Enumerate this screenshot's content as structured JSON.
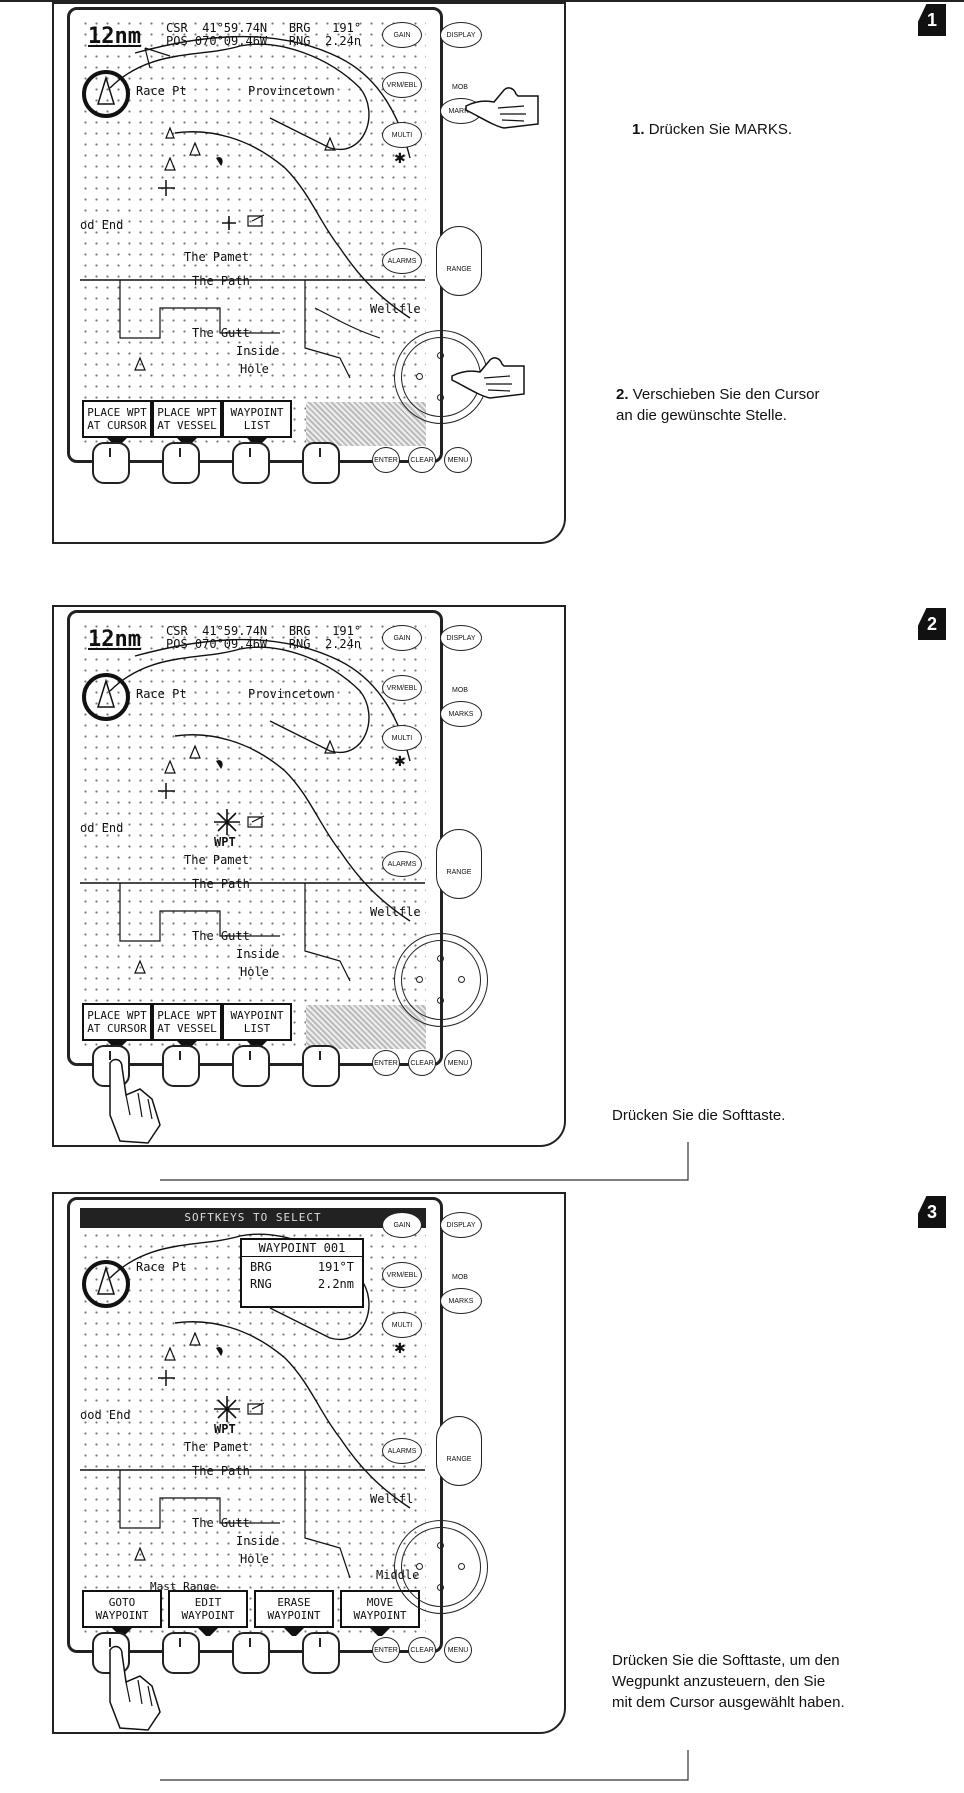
{
  "step1": {
    "badge": "1",
    "range": "12nm",
    "header_line1": "CSR  41°59.74N   BRG   191°",
    "header_line2": "POS 070°09.46W   RNG  2.24n",
    "labels": {
      "race_pt": "Race Pt",
      "provincetown": "Provincetown",
      "od_end": "od End",
      "the_pamet": "The Pamet",
      "the_path": "The Path",
      "wellfleet": "Wellfle",
      "the_gutt": "The Gutt",
      "inside": "Inside",
      "hole": "Hole"
    },
    "softkeys": [
      "PLACE WPT\nAT CURSOR",
      "PLACE WPT\nAT VESSEL",
      "WAYPOINT\nLIST"
    ],
    "caption1_num": "1.",
    "caption1": "Drücken Sie MARKS.",
    "caption2_num": "2.",
    "caption2": "Verschieben Sie den Cursor\nan die gewünschte Stelle."
  },
  "step2": {
    "badge": "2",
    "range": "12nm",
    "header_line1": "CSR  41°59.74N   BRG   191°",
    "header_line2": "POS 070°09.46W   RNG  2.24n",
    "labels": {
      "race_pt": "Race Pt",
      "provincetown": "Provincetown",
      "od_end": "od End",
      "wpt": "WPT",
      "the_pamet": "The Pamet",
      "the_path": "The Path",
      "wellfleet": "Wellfle",
      "the_gutt": "The Gutt",
      "inside": "Inside",
      "hole": "Hole"
    },
    "softkeys": [
      "PLACE WPT\nAT CURSOR",
      "PLACE WPT\nAT VESSEL",
      "WAYPOINT\nLIST"
    ],
    "caption": "Drücken Sie die Softtaste."
  },
  "step3": {
    "badge": "3",
    "title": "SOFTKEYS TO SELECT",
    "wp_title": "WAYPOINT 001",
    "wp_brg_label": "BRG",
    "wp_brg": "191°T",
    "wp_rng_label": "RNG",
    "wp_rng": "2.2nm",
    "labels": {
      "race_pt": "Race Pt",
      "od_end": "ood End",
      "wpt": "WPT",
      "the_pamet": "The Pamet",
      "the_path": "The Path",
      "wellfleet": "Wellfl",
      "the_gutt": "The Gutt",
      "inside": "Inside",
      "hole": "Hole",
      "middle": "Middle",
      "mast_range": "Mast Range"
    },
    "softkeys": [
      "GOTO\nWAYPOINT",
      "EDIT\nWAYPOINT",
      "ERASE\nWAYPOINT",
      "MOVE\nWAYPOINT"
    ],
    "caption": "Drücken Sie die Softtaste, um den\nWegpunkt anzusteuern, den Sie\nmit dem Cursor ausgewählt haben."
  },
  "buttons": {
    "gain": "GAIN",
    "display": "DISPLAY",
    "vrm_ebl": "VRM/EBL",
    "mob": "MOB",
    "marks": "MARKS",
    "multi": "MULTI",
    "alarms": "ALARMS",
    "range": "RANGE",
    "enter": "ENTER",
    "clear": "CLEAR",
    "menu": "MENU",
    "star": "✱"
  }
}
